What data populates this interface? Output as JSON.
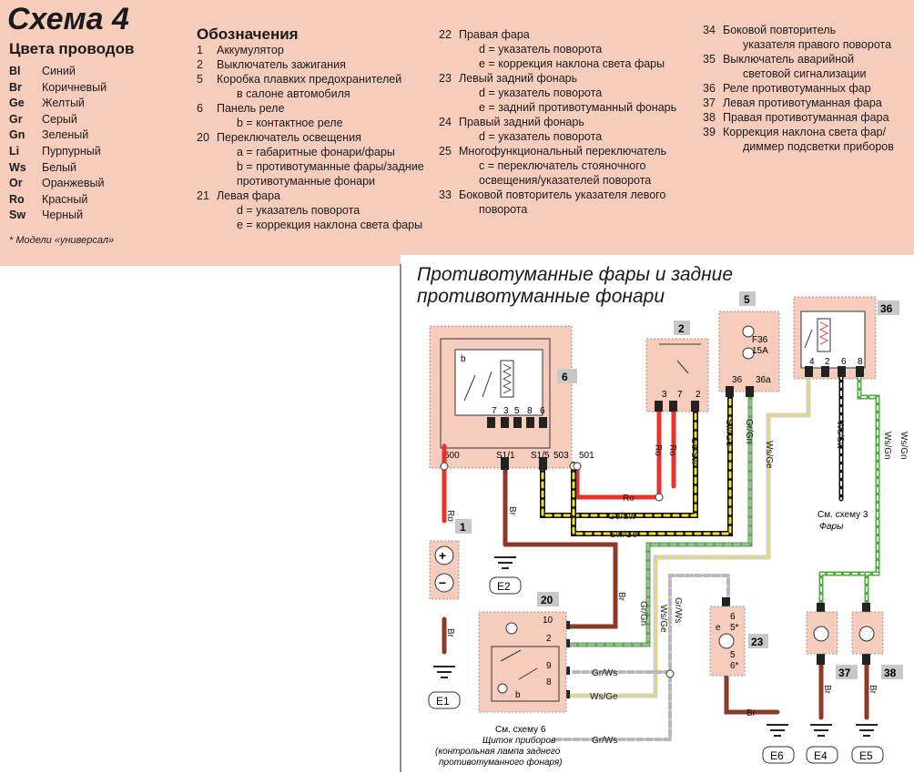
{
  "title": "Схема 4",
  "wire_colors": {
    "heading": "Цвета проводов",
    "items": [
      {
        "code": "Bl",
        "name": "Синий"
      },
      {
        "code": "Br",
        "name": "Коричневый"
      },
      {
        "code": "Ge",
        "name": "Желтый"
      },
      {
        "code": "Gr",
        "name": "Серый"
      },
      {
        "code": "Gn",
        "name": "Зеленый"
      },
      {
        "code": "Li",
        "name": "Пурпурный"
      },
      {
        "code": "Ws",
        "name": "Белый"
      },
      {
        "code": "Or",
        "name": "Оранжевый"
      },
      {
        "code": "Ro",
        "name": "Красный"
      },
      {
        "code": "Sw",
        "name": "Черный"
      }
    ],
    "footnote": "* Модели «универсал»"
  },
  "legend": {
    "heading": "Обозначения",
    "col1": [
      {
        "n": "1",
        "text": "Аккумулятор"
      },
      {
        "n": "2",
        "text": "Выключатель зажигания"
      },
      {
        "n": "5",
        "text": "Коробка плавких предохранителей"
      },
      {
        "n": "",
        "text": "в салоне автомобиля"
      },
      {
        "n": "6",
        "text": "Панель реле"
      },
      {
        "n": "",
        "text": "b = контактное реле"
      },
      {
        "n": "20",
        "text": "Переключатель освещения"
      },
      {
        "n": "",
        "text": "a = габаритные фонари/фары"
      },
      {
        "n": "",
        "text": "b = противотуманные фары/задние"
      },
      {
        "n": "",
        "text": "противотуманные фонари"
      },
      {
        "n": "21",
        "text": "Левая фара"
      },
      {
        "n": "",
        "text": "d = указатель поворота"
      },
      {
        "n": "",
        "text": "e = коррекция наклона света фары"
      }
    ],
    "col2": [
      {
        "n": "22",
        "text": "Правая фара"
      },
      {
        "n": "",
        "text": "d = указатель поворота"
      },
      {
        "n": "",
        "text": "e = коррекция наклона света фары"
      },
      {
        "n": "23",
        "text": "Левый задний фонарь"
      },
      {
        "n": "",
        "text": "d = указатель поворота"
      },
      {
        "n": "",
        "text": "e = задний противотуманный фонарь"
      },
      {
        "n": "24",
        "text": "Правый задний фонарь"
      },
      {
        "n": "",
        "text": "d = указатель поворота"
      },
      {
        "n": "25",
        "text": "Многофункциональный переключатель"
      },
      {
        "n": "",
        "text": "c = переключатель стояночного"
      },
      {
        "n": "",
        "text": "освещения/указателей поворота"
      },
      {
        "n": "33",
        "text": "Боковой повторитель указателя левого"
      },
      {
        "n": "",
        "text": "поворота"
      }
    ],
    "col3": [
      {
        "n": "34",
        "text": "Боковой повторитель"
      },
      {
        "n": "",
        "text": "указателя правого поворота"
      },
      {
        "n": "35",
        "text": "Выключатель аварийной"
      },
      {
        "n": "",
        "text": "световой сигнализации"
      },
      {
        "n": "36",
        "text": "Реле противотуманных фар"
      },
      {
        "n": "37",
        "text": "Левая противотуманная фара"
      },
      {
        "n": "38",
        "text": "Правая противотуманная фара"
      },
      {
        "n": "39",
        "text": "Коррекция наклона света фар/"
      },
      {
        "n": "",
        "text": "диммер подсветки приборов"
      }
    ]
  },
  "diagram": {
    "title_line1": "Противотуманные фары и задние",
    "title_line2": "противотуманные фонари",
    "component_numbers": [
      "1",
      "2",
      "5",
      "6",
      "20",
      "23",
      "36",
      "37",
      "38"
    ],
    "grounds": [
      "E1",
      "E2",
      "E4",
      "E5",
      "E6"
    ],
    "fuse": [
      "F36",
      "15A"
    ],
    "relay6_terminals": [
      "7",
      "3",
      "5",
      "8",
      "6"
    ],
    "relay6_pins": [
      "500",
      "S1/1",
      "S1/5",
      "503",
      "501"
    ],
    "switch2_pins": [
      "3",
      "7",
      "2"
    ],
    "fusebox5_pins": [
      "36",
      "36a"
    ],
    "relay36_pins": [
      "4",
      "2",
      "6",
      "8"
    ],
    "switch20_pins": [
      "10",
      "2",
      "9",
      "8"
    ],
    "lamp23_pins": [
      "6",
      "5*",
      "e",
      "5",
      "6*"
    ],
    "wires": {
      "ro": "Ro",
      "br": "Br",
      "ge_sw": "Ge/Sw",
      "sw_ge": "Sw/Ge",
      "gr_gn": "Gr/Gn",
      "ws_ge": "Ws/Ge",
      "ws_sw": "Ws/Sw",
      "ws_gn": "Ws/Gn",
      "gr_ws": "Gr/Ws"
    },
    "battery_plus": "+",
    "battery_minus": "−",
    "relay_b_label": "b",
    "switch20_b_label": "b",
    "see3_line1": "См. схему 3",
    "see3_line2": "Фары",
    "see6_line1": "См. схему 6",
    "see6_line2": "Щиток приборов",
    "see6_line3": "(контрольная лампа заднего",
    "see6_line4": "противотуманного фонаря)"
  },
  "colors": {
    "panel": "#f6cdbd",
    "red": "#e8322a",
    "brown": "#8b3a2a",
    "yellow": "#f2e02a",
    "green": "#4caf3c",
    "grey": "#b0b0b0",
    "black": "#111111"
  }
}
